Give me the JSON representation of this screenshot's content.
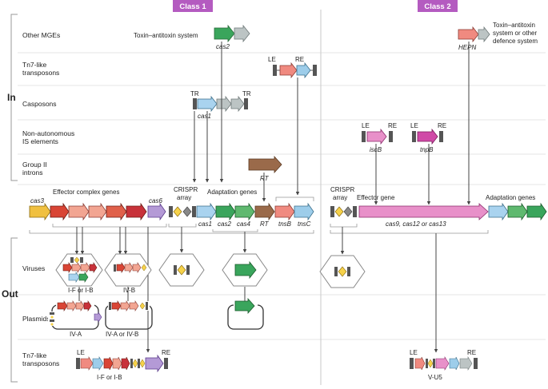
{
  "class_headers": {
    "class1": "Class 1",
    "class2": "Class 2"
  },
  "sides": {
    "in": "In",
    "out": "Out"
  },
  "rows": {
    "other_mges": "Other MGEs",
    "tn7_in": [
      "Tn7-like",
      "transposons"
    ],
    "casposons": "Casposons",
    "nonauto_is": [
      "Non-autonomous",
      "IS elements"
    ],
    "group2": [
      "Group II",
      "introns"
    ],
    "viruses": "Viruses",
    "plasmids": "Plasmids",
    "tn7_out": [
      "Tn7-like",
      "transposons"
    ]
  },
  "class1": {
    "ta_label": "Toxin–antitoxin system",
    "cas2_top": "cas2",
    "tr": "TR",
    "cas1_top": "cas1",
    "le": "LE",
    "re": "RE",
    "rt_top": "RT",
    "effector_header": "Effector complex genes",
    "crispr": [
      "CRISPR",
      "array"
    ],
    "adaptation_header": "Adaptation genes",
    "genes": {
      "cas3": "cas3",
      "cas6": "cas6",
      "cas1": "cas1",
      "cas2": "cas2",
      "cas4": "cas4",
      "rt": "RT",
      "tnsB": "tnsB",
      "tnsC": "tnsC"
    },
    "virus_labels": [
      "I-F or I-B",
      "IV-B"
    ],
    "plasmid_labels": [
      "IV-A",
      "IV-A or IV-B"
    ],
    "tn7_label": "I-F or I-B"
  },
  "class2": {
    "ta_label": [
      "Toxin–antitoxin",
      "system or other",
      "defence system"
    ],
    "hepn": "HEPN",
    "iscB": "iscB",
    "tnpB": "tnpB",
    "le": "LE",
    "re": "RE",
    "crispr": [
      "CRISPR",
      "array"
    ],
    "effector_header": "Effector gene",
    "adaptation_header": "Adaptation genes",
    "effector_genes": "cas9, cas12 or cas13",
    "vu5_label": "V-U5"
  },
  "colors": {
    "class_header": "#b45bc0",
    "cas3": "#f0c040",
    "red": "#d94535",
    "salmon": "#f2a592",
    "purple": "#b49ad6",
    "cas1_blue": "#a9d3ef",
    "green": "#3aa55c",
    "rt_brown": "#9a6a4a",
    "tns_red": "#f08a80",
    "tns_blue": "#9dcdea",
    "magenta": "#d04aa7",
    "magenta_light": "#e890c9",
    "grey_arrow": "#bcc4c4",
    "dark_grey": "#555555",
    "diamond": "#f6d24a"
  }
}
